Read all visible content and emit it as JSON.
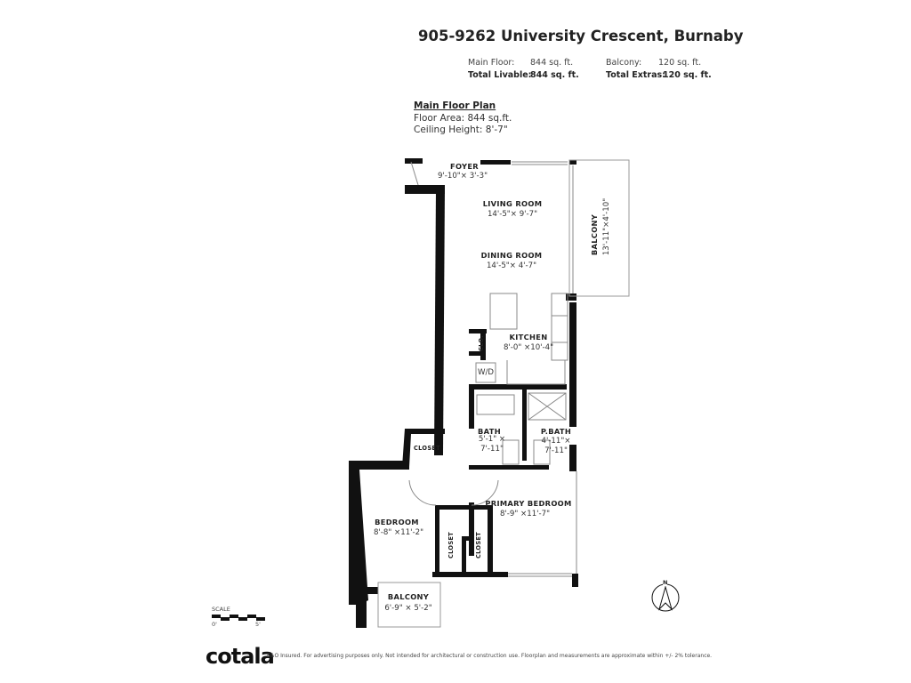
{
  "header": {
    "title": "905-9262 University Crescent, Burnaby",
    "main_floor_label": "Main Floor:",
    "main_floor_value": "844 sq. ft.",
    "balcony_label": "Balcony:",
    "balcony_value": "120 sq. ft.",
    "total_livable_label": "Total Livable:",
    "total_livable_value": "844 sq. ft.",
    "total_extras_label": "Total Extras:",
    "total_extras_value": "120 sq. ft."
  },
  "plan": {
    "heading": "Main Floor Plan",
    "floor_area": "Floor Area: 844 sq.ft.",
    "ceiling_height": "Ceiling Height: 8'-7\""
  },
  "rooms": {
    "foyer": {
      "name": "FOYER",
      "dims": "9'-10\"× 3'-3\""
    },
    "living": {
      "name": "LIVING ROOM",
      "dims": "14'-5\"× 9'-7\""
    },
    "dining": {
      "name": "DINING ROOM",
      "dims": "14'-5\"× 4'-7\""
    },
    "balcony_main": {
      "name": "BALCONY",
      "dims": "13'-11\"×4'-10\""
    },
    "kitchen": {
      "name": "KITCHEN",
      "dims": "8'-0\" ×10'-4\""
    },
    "clo": {
      "name": "CLO."
    },
    "wd": {
      "name": "W/D"
    },
    "bath": {
      "name": "BATH",
      "dims1": "5'-1\" ×",
      "dims2": "7'-11\""
    },
    "pbath": {
      "name": "P.BATH",
      "dims1": "4'-11\"×",
      "dims2": "7'-11\""
    },
    "hall_closet": {
      "name": "CLOSET"
    },
    "primary": {
      "name": "PRIMARY BEDROOM",
      "dims": "8'-9\" ×11'-7\""
    },
    "bedroom": {
      "name": "BEDROOM",
      "dims": "8'-8\" ×11'-2\""
    },
    "closet_a": {
      "name": "CLOSET"
    },
    "closet_b": {
      "name": "CLOSET"
    },
    "balcony_small": {
      "name": "BALCONY",
      "dims": "6'-9\" × 5'-2\""
    }
  },
  "scale": {
    "label": "SCALE",
    "start": "0'",
    "end": "5'"
  },
  "compass": {
    "label": "N"
  },
  "footer": {
    "logo": "cotala",
    "disclaimer": "E&O Insured. For advertising purposes only. Not intended for architectural or construction use. Floorplan and measurements are approximate within +/- 2% tolerance."
  }
}
